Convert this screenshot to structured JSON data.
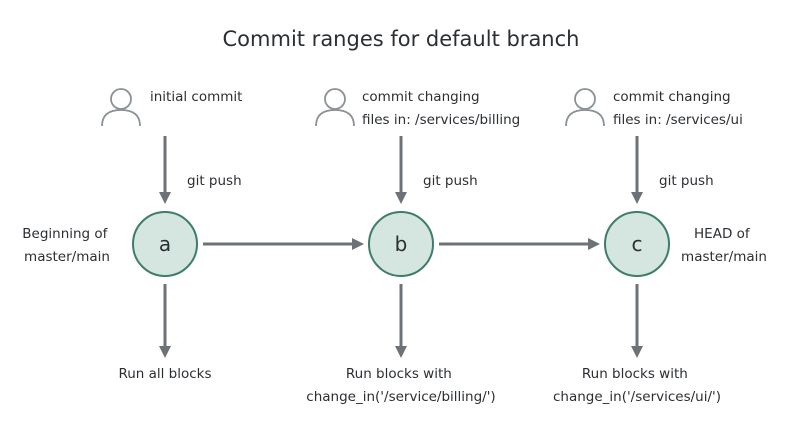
{
  "title": "Commit ranges for default branch",
  "nodes": [
    {
      "id": "a",
      "letter": "a",
      "commit_label": [
        "initial commit"
      ],
      "push_label": "git push",
      "side_label": [
        "Beginning of",
        "master/main"
      ],
      "result_label": [
        "Run all blocks"
      ]
    },
    {
      "id": "b",
      "letter": "b",
      "commit_label": [
        "commit changing",
        "files in: /services/billing"
      ],
      "push_label": "git push",
      "side_label": [],
      "result_label": [
        "Run blocks with",
        "change_in('/service/billing/')"
      ]
    },
    {
      "id": "c",
      "letter": "c",
      "commit_label": [
        "commit changing",
        "files in: /services/ui"
      ],
      "push_label": "git push",
      "side_label": [
        "HEAD of",
        "master/main"
      ],
      "result_label": [
        "Run blocks with",
        "change_in('/services/ui/')"
      ]
    }
  ],
  "colors": {
    "node_fill": "#d4e6df",
    "node_stroke": "#3d7d69",
    "arrow": "#6c7378",
    "icon": "#8a9297",
    "text": "#2b2f33"
  },
  "icons": [
    "user-icon"
  ]
}
